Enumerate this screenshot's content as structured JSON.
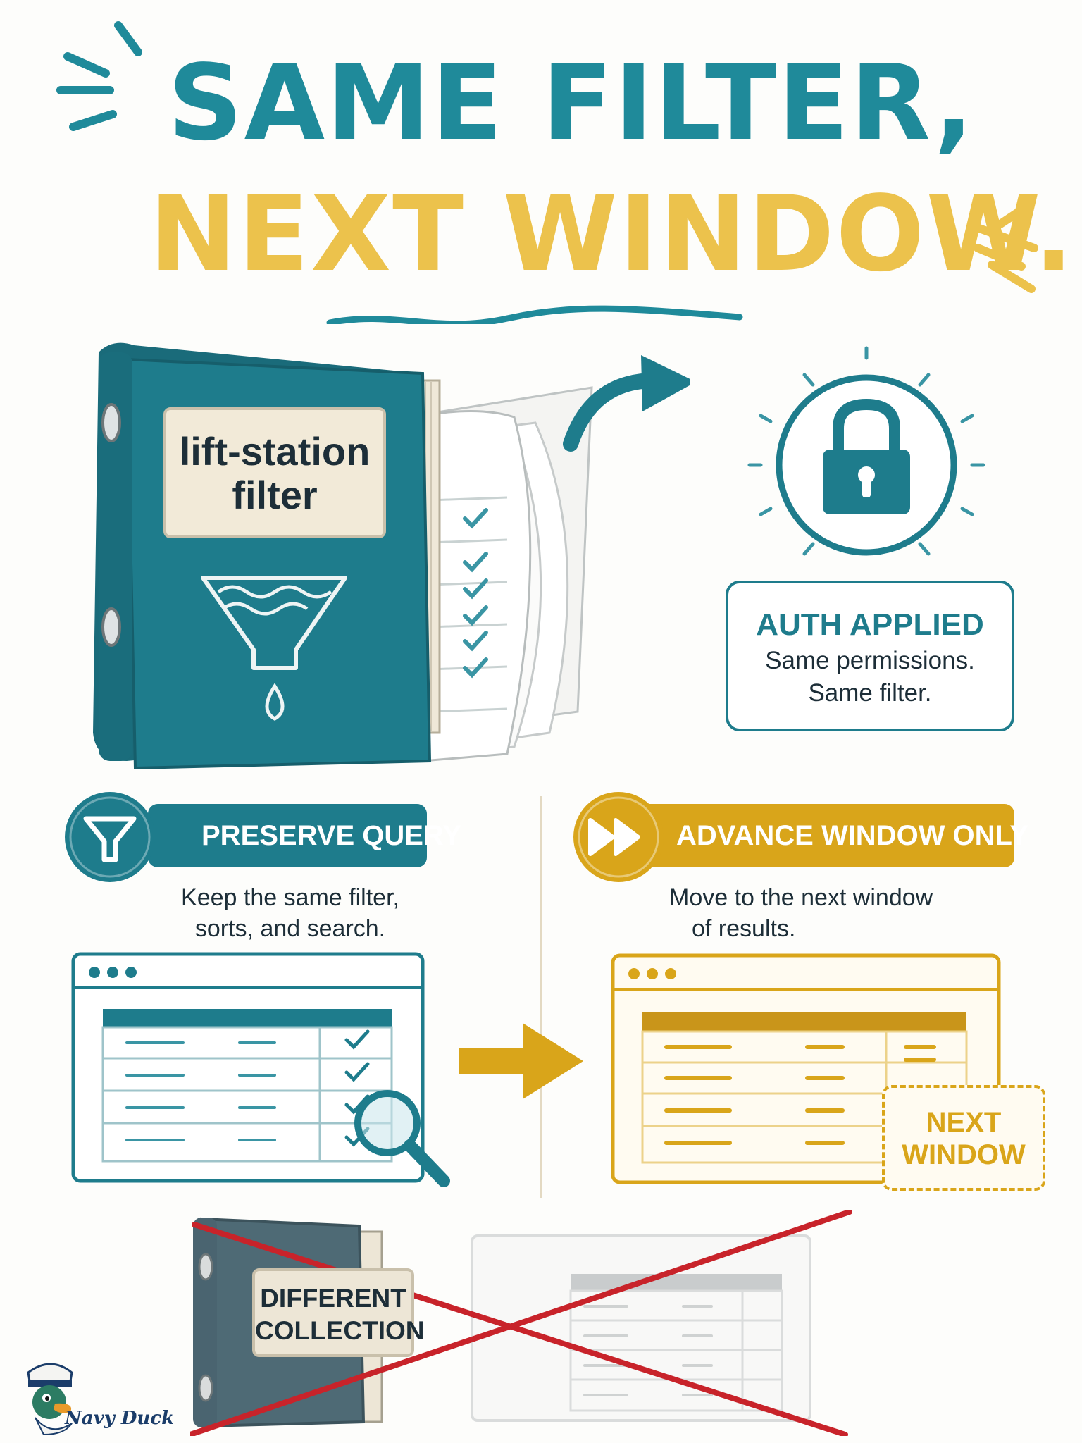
{
  "title": {
    "line1": "SAME FILTER,",
    "line2": "NEXT WINDOW."
  },
  "binder": {
    "label": "lift-station filter"
  },
  "auth": {
    "title": "AUTH APPLIED",
    "line1": "Same permissions.",
    "line2": "Same filter."
  },
  "steps": [
    {
      "label": "PRESERVE QUERY",
      "desc_line1": "Keep the same filter,",
      "desc_line2": "sorts, and search."
    },
    {
      "label": "ADVANCE WINDOW ONLY",
      "desc_line1": "Move to the next window",
      "desc_line2": "of results."
    }
  ],
  "next_window": {
    "line1": "NEXT",
    "line2": "WINDOW"
  },
  "different_collection": {
    "line1": "DIFFERENT",
    "line2": "COLLECTION"
  },
  "brand": "Navy Duck",
  "colors": {
    "teal": "#1e7c8c",
    "gold": "#d9a51a",
    "title_gold": "#ecc24c",
    "cross_red": "#c8232a",
    "text_dark": "#1d2e38"
  },
  "icons": [
    "lock-icon",
    "funnel-icon",
    "fast-forward-icon",
    "magnifier-icon",
    "arrow-right-icon",
    "checkmark-icon",
    "cross-icon",
    "duck-mascot-icon"
  ]
}
